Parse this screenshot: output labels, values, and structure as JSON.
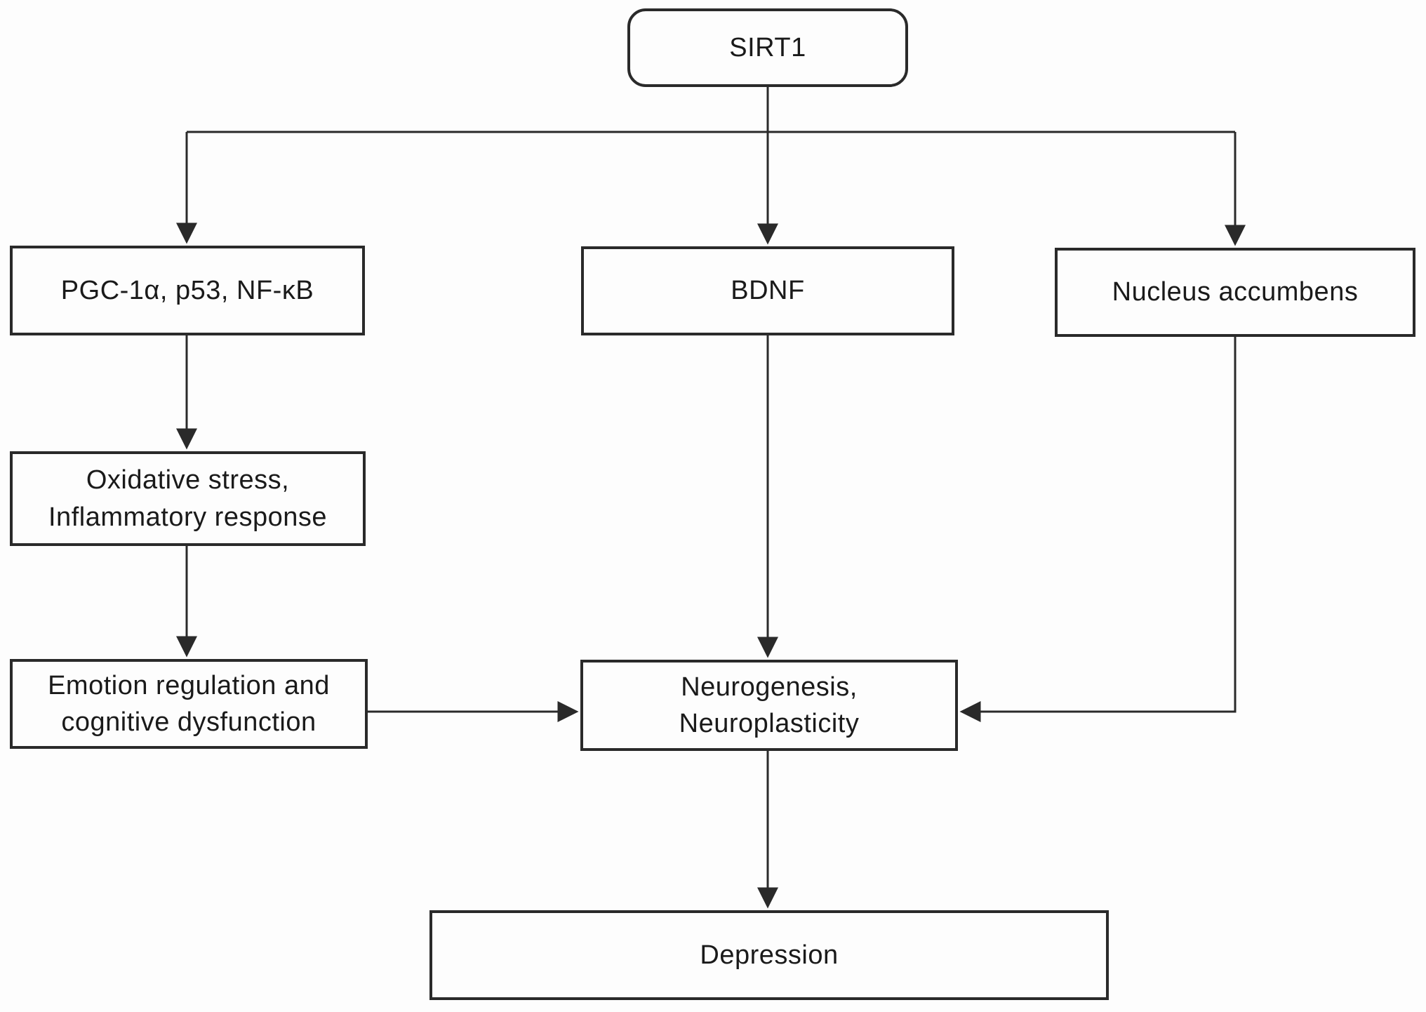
{
  "figure": {
    "type": "flowchart",
    "background_color": "#fdfdfd",
    "line_color": "#2a2a2a",
    "text_color": "#1a1a1a",
    "arrow_style": "filled-triangle"
  },
  "nodes": {
    "sirt1": {
      "label": "SIRT1",
      "shape": "rounded-rectangle"
    },
    "pgc": {
      "label": "PGC-1α, p53, NF-κB",
      "shape": "rectangle"
    },
    "bdnf": {
      "label": "BDNF",
      "shape": "rectangle"
    },
    "nucleus": {
      "label": "Nucleus accumbens",
      "shape": "rectangle"
    },
    "oxidative": {
      "label": "Oxidative stress,\nInflammatory response",
      "shape": "rectangle"
    },
    "emotion": {
      "label": "Emotion regulation and\ncognitive dysfunction",
      "shape": "rectangle"
    },
    "neurogenesis": {
      "label": "Neurogenesis,\nNeuroplasticity",
      "shape": "rectangle"
    },
    "depression": {
      "label": "Depression",
      "shape": "rectangle"
    }
  },
  "edges": [
    {
      "from": "SIRT1",
      "to": "PGC-1α, p53, NF-κB"
    },
    {
      "from": "SIRT1",
      "to": "BDNF"
    },
    {
      "from": "SIRT1",
      "to": "Nucleus accumbens"
    },
    {
      "from": "PGC-1α, p53, NF-κB",
      "to": "Oxidative stress, Inflammatory response"
    },
    {
      "from": "Oxidative stress, Inflammatory response",
      "to": "Emotion regulation and cognitive dysfunction"
    },
    {
      "from": "Emotion regulation and cognitive dysfunction",
      "to": "Neurogenesis, Neuroplasticity"
    },
    {
      "from": "BDNF",
      "to": "Neurogenesis, Neuroplasticity"
    },
    {
      "from": "Nucleus accumbens",
      "to": "Neurogenesis, Neuroplasticity"
    },
    {
      "from": "Neurogenesis, Neuroplasticity",
      "to": "Depression"
    }
  ]
}
